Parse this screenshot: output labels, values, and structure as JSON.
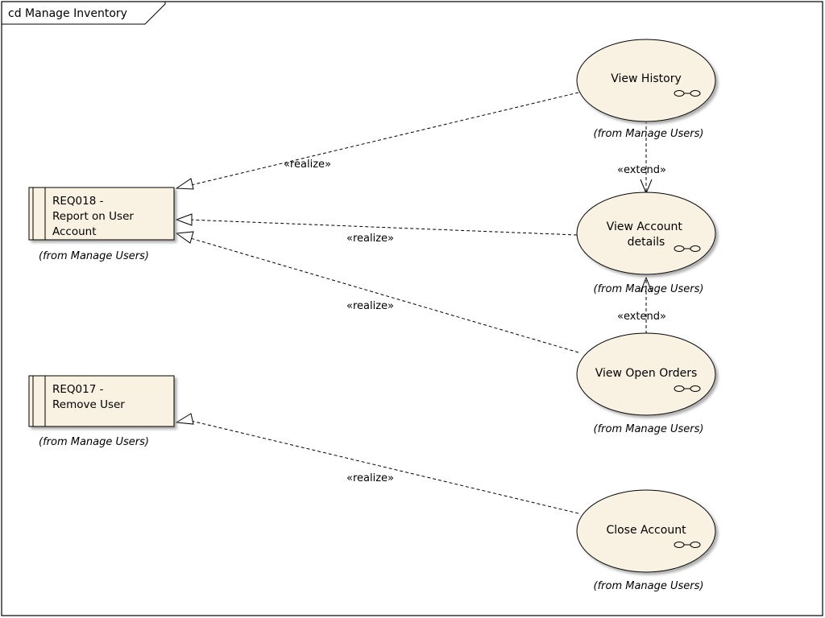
{
  "frame": {
    "title": "cd Manage Inventory"
  },
  "requirements": [
    {
      "lines": [
        "REQ018 -",
        "Report on User",
        "Account"
      ],
      "source": "(from Manage Users)"
    },
    {
      "lines": [
        "REQ017 -",
        "Remove User"
      ],
      "source": "(from Manage Users)"
    }
  ],
  "use_cases": [
    {
      "lines": [
        "View History"
      ],
      "source": "(from Manage Users)"
    },
    {
      "lines": [
        "View Account",
        "details"
      ],
      "source": "(from Manage Users)"
    },
    {
      "lines": [
        "View Open Orders"
      ],
      "source": "(from Manage Users)"
    },
    {
      "lines": [
        "Close Account"
      ],
      "source": "(from Manage Users)"
    }
  ],
  "relations": {
    "realize_label": "«realize»",
    "extend_label": "«extend»"
  },
  "colors": {
    "element_fill": "#f9f1e1",
    "stroke": "#000000",
    "shadow": "#bfbfbf"
  }
}
